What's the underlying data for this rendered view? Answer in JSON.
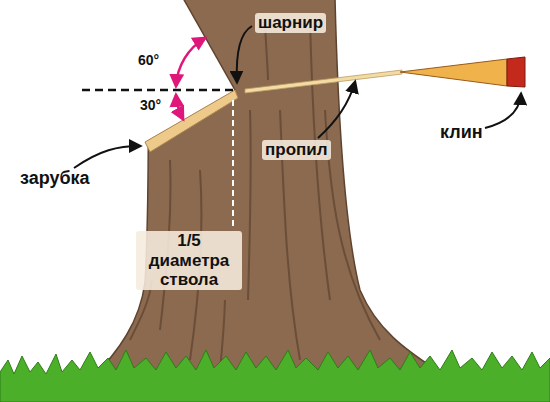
{
  "diagram": {
    "labels": [
      "шарнир",
      "60°",
      "30°",
      "зарубка",
      "пропил",
      "клин",
      "1/5 диаметра ствола"
    ]
  }
}
